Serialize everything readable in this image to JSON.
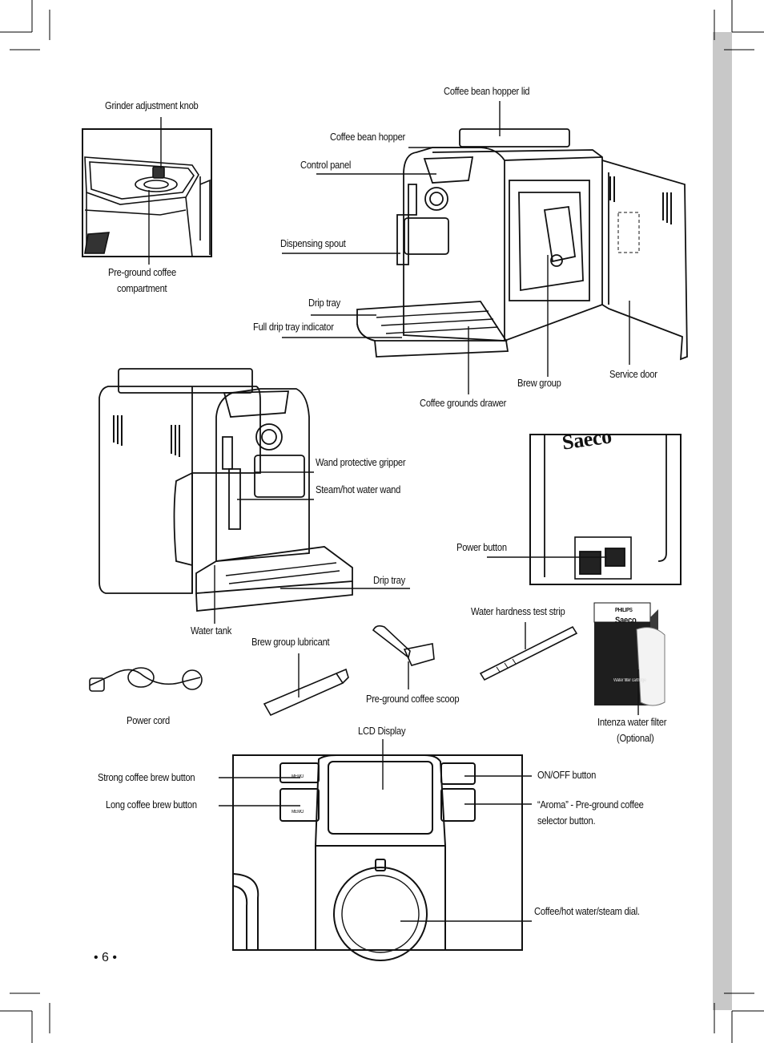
{
  "page_number": "• 6 •",
  "brand": {
    "logo": "Saeco",
    "box_brand": "PHILIPS",
    "box_logo": "Saeco",
    "box_text": "Water filter cartridge"
  },
  "labels": {
    "grinder_knob": "Grinder adjustment knob",
    "preground_compartment_1": "Pre-ground coffee",
    "preground_compartment_2": "compartment",
    "bean_hopper_lid": "Coffee bean hopper lid",
    "bean_hopper": "Coffee bean hopper",
    "control_panel": "Control panel",
    "dispensing_spout": "Dispensing spout",
    "drip_tray_top": "Drip tray",
    "full_drip_tray": "Full drip tray indicator",
    "brew_group": "Brew group",
    "service_door": "Service door",
    "grounds_drawer": "Coffee grounds drawer",
    "wand_gripper": "Wand protective gripper",
    "steam_wand": "Steam/hot water wand",
    "power_button": "Power button",
    "drip_tray_mid": "Drip tray",
    "water_tank": "Water tank",
    "test_strip": "Water hardness test strip",
    "lubricant": "Brew group lubricant",
    "power_cord": "Power cord",
    "scoop": "Pre-ground coffee scoop",
    "filter_1": "Intenza water filter",
    "filter_2": "(Optional)",
    "lcd": "LCD Display",
    "strong_brew": "Strong coffee brew button",
    "long_brew": "Long coffee brew button",
    "onoff": "ON/OFF button",
    "aroma_1": "“Aroma” - Pre-ground coffee",
    "aroma_2": "selector button.",
    "dial": "Coffee/hot water/steam dial."
  },
  "panel_text": {
    "memo": "MEMO"
  }
}
